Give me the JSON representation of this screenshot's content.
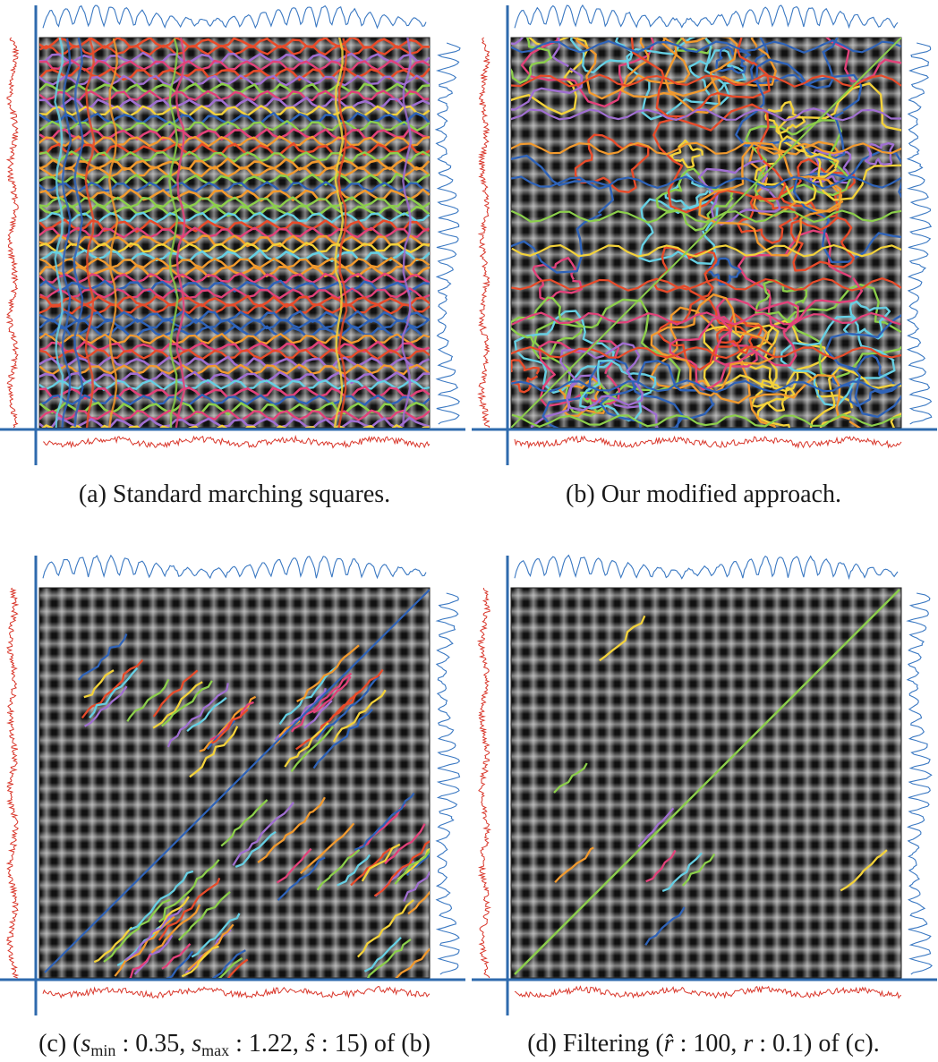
{
  "figure": {
    "panels": [
      {
        "id": "a",
        "caption": "(a) Standard marching squares.",
        "contour_style": "standard",
        "contour_density": "dense"
      },
      {
        "id": "b",
        "caption": "(b) Our modified approach.",
        "contour_style": "modified",
        "contour_density": "dense"
      },
      {
        "id": "c",
        "caption": "(c) (s_min : 0.35, s_max : 1.22, ŝ : 15) of (b)",
        "caption_parts": {
          "prefix": "(c) (",
          "s": "s",
          "min_sub": "min",
          "min_value": " : 0.35, ",
          "max_sub": "max",
          "max_value": " : 1.22, ",
          "s_hat": "ŝ",
          "s_hat_value": " : 15) of (b)"
        },
        "params": {
          "s_min": 0.35,
          "s_max": 1.22,
          "s_hat": 15
        },
        "contour_style": "segments",
        "contour_density": "medium"
      },
      {
        "id": "d",
        "caption": "(d) Filtering (r̂ : 100, r : 0.1) of (c).",
        "caption_parts": {
          "prefix": "(d) Filtering (",
          "r_hat": "r̂",
          "r_hat_value": " : 100, ",
          "r": "r",
          "r_value": " : 0.1) of (c)."
        },
        "params": {
          "r_hat": 100,
          "r": 0.1
        },
        "contour_style": "segments",
        "contour_density": "sparse"
      }
    ],
    "colors": {
      "axis": "#2e6aad",
      "top_signal": "#3a78c2",
      "right_signal": "#3a78c2",
      "left_signal": "#d9372b",
      "bottom_signal": "#d9372b",
      "matrix_dark": "#111111",
      "matrix_light": "#e6e6e6",
      "contour_palette": [
        "#2f63b8",
        "#e84b2a",
        "#f3d23a",
        "#8ccf4b",
        "#66cfe3",
        "#a06fd1",
        "#f29a2e",
        "#e2427a"
      ]
    }
  }
}
